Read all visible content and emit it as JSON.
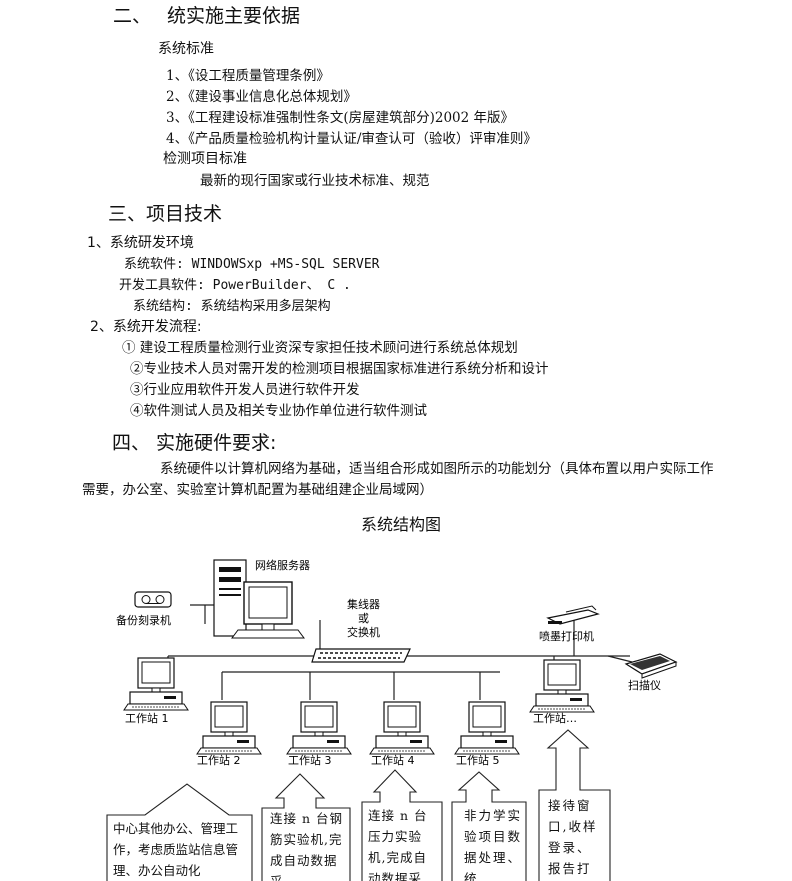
{
  "section2": {
    "heading_num": "二、",
    "heading_text": "统实施主要依据",
    "std_label": "系统标准",
    "standards": [
      "1、《设工程质量管理条例》",
      "2、《建设事业信息化总体规划》",
      "3、《工程建设标准强制性条文(房屋建筑部分)2002 年版》",
      "4、《产品质量检验机构计量认证/审查认可（验收）评审准则》"
    ],
    "test_label": "检测项目标准",
    "test_text": "最新的现行国家或行业技术标准、规范"
  },
  "section3": {
    "heading": "三、项目技术",
    "env_label": "1、系统研发环境",
    "env_lines": [
      "系统软件:  WINDOWSxp   +MS-SQL SERVER",
      "开发工具软件: PowerBuilder、 C .",
      "系统结构:  系统结构采用多层架构"
    ],
    "flow_label": "2、系统开发流程:",
    "flow_steps": [
      "① 建设工程质量检测行业资深专家担任技术顾问进行系统总体规划",
      "②专业技术人员对需开发的检测项目根据国家标准进行系统分析和设计",
      "③行业应用软件开发人员进行软件开发",
      "④软件测试人员及相关专业协作单位进行软件测试"
    ]
  },
  "section4": {
    "heading": "四、 实施硬件要求:",
    "para": "系统硬件以计算机网络为基础，适当组合形成如图所示的功能划分（具体布置以用户实际工作需要，办公室、实验室计算机配置为基础组建企业局域网）"
  },
  "diagram": {
    "title": "系统结构图",
    "labels": {
      "server": "网络服务器",
      "burner": "备份刻录机",
      "hub_line1": "集线器",
      "hub_line2": "或",
      "hub_line3": "交换机",
      "printer": "喷墨打印机",
      "scanner": "扫描仪",
      "ws1": "工作站 1",
      "ws2": "工作站 2",
      "ws3": "工作站 3",
      "ws4": "工作站 4",
      "ws5": "工作站 5",
      "ws_more": "工作站…"
    },
    "boxes": [
      "中心其他办公、管理工作，考虑质监站信息管理、办公自动化",
      "连接 n 台钢筋实验机,完成自动数据采",
      "连接 n 台压力实验机,完成自动数据采",
      "非力学实验项目数据处理、统",
      "接待窗口,收样登录、报告打印"
    ]
  }
}
